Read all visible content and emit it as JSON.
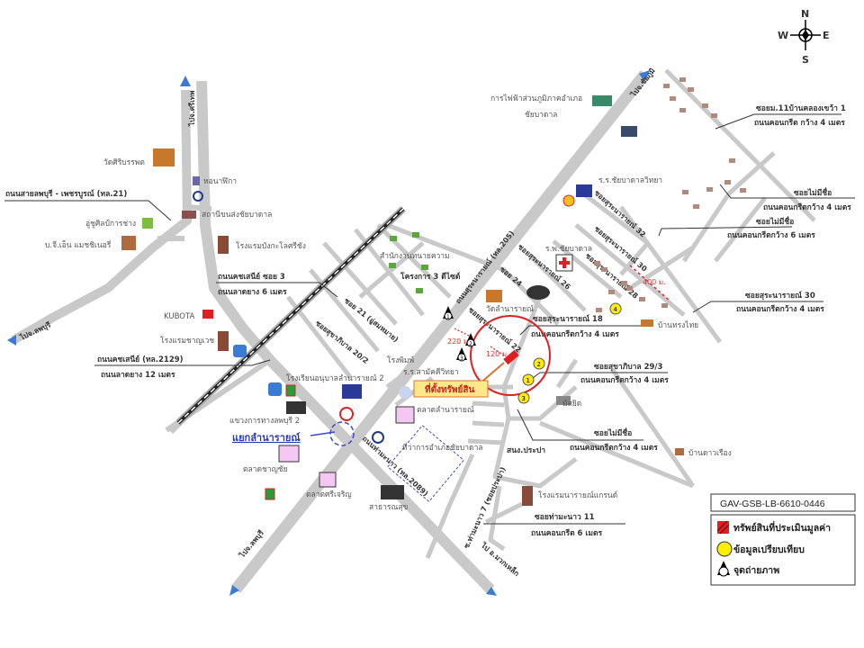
{
  "map": {
    "compass": {
      "n": "N",
      "e": "E",
      "s": "S",
      "w": "W"
    },
    "directions": {
      "to_srithep": "ไปจ.ศรีเทพ",
      "to_lopburi_west": "ไปจ.ลพบุรี",
      "to_lopburi_south": "ไปจ.ลพบุรี",
      "to_chaiyaphum": "ไปจ.ชัยภูมิ",
      "to_muak_lek": "ไป อ.มวกเหล็ก"
    },
    "roads": {
      "suranarai": "ถนนสุระนารายณ์ (ทล.205)",
      "thamanao": "ถนนท่ามะนาว (ทล.2089)",
      "soi21": "ซอย 21 (อู่สมหมาย)",
      "sukhaphiban_20_2": "ซอยสุขาภิบาล 20/2",
      "surana_22": "ซอยสุระนารายณ์ 22",
      "surana_24": "ซอย 24",
      "surana_26": "ซอยสุระนารายณ์ 26",
      "surana_28": "ซอยสุระนารายณ์ 28",
      "surana_30": "ซอยสุระนารายณ์ 30",
      "surana_32": "ซอยสุระนารายณ์ 32",
      "thamanao_7": "ซ.ท่ามะนาว 7 (ซอยประปา)"
    },
    "callouts": [
      {
        "title": "ถนนสายลพบุรี - เพชรบูรณ์ (ทล.21)",
        "detail": ""
      },
      {
        "title": "ถนนคชเสนีย์ ซอย 3",
        "detail": "ถนนลาดยาง 6 เมตร"
      },
      {
        "title": "ถนนคชเสนีย์ (ทล.2129)",
        "detail": "ถนนลาดยาง 12 เมตร"
      },
      {
        "title": "ซอยม.11บ้านคลองเขว้า 1",
        "detail": "ถนนคอนกรีต กว้าง 4 เมตร"
      },
      {
        "title": "ซอยไม่มีชื่อ",
        "detail": "ถนนคอนกรีตกว้าง 4 เมตร"
      },
      {
        "title": "ซอยไม่มีชื่อ",
        "detail": "ถนนคอนกรีตกว้าง 6 เมตร"
      },
      {
        "title": "ซอยสุระนารายณ์ 30",
        "detail": "ถนนคอนกรีตกว้าง 4 เมตร"
      },
      {
        "title": "ซอยสุระนารายณ์ 18",
        "detail": "ถนนคอนกรีตกว้าง 4 เมตร"
      },
      {
        "title": "ซอยสุขาภิบาล 29/3",
        "detail": "ถนนคอนกรีตกว้าง 4 เมตร"
      },
      {
        "title": "ซอยไม่มีชื่อ",
        "detail": "ถนนคอนกรีตกว้าง 4 เมตร"
      },
      {
        "title": "ซอยท่ามะนาว 11",
        "detail": "ถนนคอนกรีต 6 เมตร"
      }
    ],
    "places": {
      "wat_siriban": "วัดศิริบรรพต",
      "clock_tower": "หอนาฬิกา",
      "bus_station": "สถานีขนส่งชัยบาดาล",
      "garage": "อู่ชูศิลป์การช่าง",
      "gn_machinery": "บ.จี.เอ็น แมชชิเนอรี่",
      "hotel_bungalow": "โรงแรมบังกะโลศรีชัง",
      "kubota": "KUBOTA",
      "hotel_chanvet": "โรงแรมชาญเวช",
      "kindergarten": "โรงเรียนอนุบาลลำนารายณ์ 2",
      "highway_office": "แขวงการทางลพบุรี 2",
      "junction": "แยกลำนารายณ์",
      "market_chanchai": "ตลาดชาญชัย",
      "market_sricharoen": "ตลาดศรีเจริญ",
      "health": "สาธารณสุข",
      "district_office": "ที่ว่าการอำเภอชัยบาดาล",
      "market_lamnarai": "ตลาดลำนารายณ์",
      "school_samakkhi": "ร.ร.สามัคคีวิทยา",
      "printing": "โรงพิมพ์",
      "law_office": "สำนักงานทนายความ",
      "project": "โครงการ 3 ดีไซด์",
      "wat_lamnarai": "วัดลำนารายณ์",
      "mosque": "มัสยิด",
      "waterworks": "สนง.ประปา",
      "ban_daoruang": "บ้านดาวเรือง",
      "hotel_narai": "โรงแรมนารายณ์แกรนด์",
      "pea_line1": "การไฟฟ้าส่วนภูมิภาคอำเภอ",
      "pea_line2": "ชัยบาดาล",
      "school_chaibadan": "ร.ร.ชัยบาดาลวิทยา",
      "hospital": "ร.พ.ชัยบาดาล",
      "ban_songthai": "บ้านทรงไทย"
    },
    "property_label": "ที่ตั้งทรัพย์สิน",
    "distances": {
      "d220": "220 ม.",
      "d120": "120 ม.",
      "d400": "400 ม."
    },
    "comparables": [
      "1",
      "2",
      "3",
      "4"
    ],
    "photo_points": [
      "1",
      "2",
      "3"
    ]
  },
  "legend": {
    "code": "GAV-GSB-LB-6610-0446",
    "items": [
      {
        "label": "ทรัพย์สินที่ประเมินมูลค่า",
        "color": "#e02020"
      },
      {
        "label": "ข้อมูลเปรียบเทียบ",
        "color": "#ffee00"
      },
      {
        "label": "จุดถ่ายภาพ",
        "color": "#000000"
      }
    ]
  }
}
